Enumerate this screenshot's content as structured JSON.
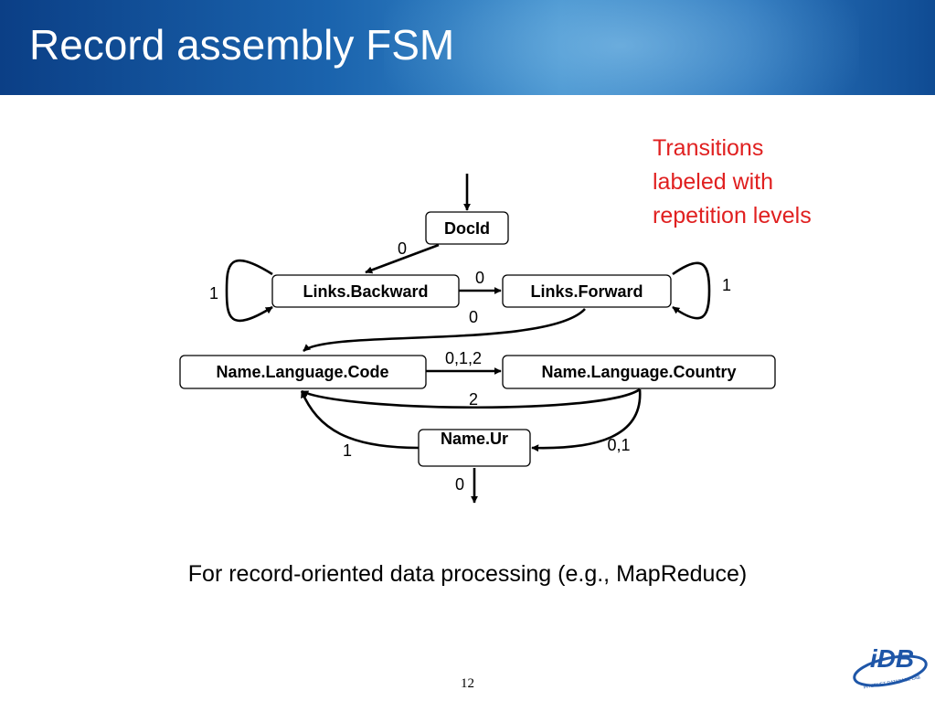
{
  "slide": {
    "title": "Record assembly FSM",
    "note_lines": [
      "Transitions",
      "labeled with",
      "repetition levels"
    ],
    "caption": "For record-oriented data processing (e.g., MapReduce)",
    "page_number": "12",
    "logo_text": "iDB",
    "logo_subtext": "INTERNET DATABASE LAB"
  },
  "colors": {
    "banner": "#1a63ad",
    "note": "#e02020",
    "logo": "#1e56a8"
  },
  "fsm": {
    "states": {
      "docid": "DocId",
      "links_backward": "Links.Backward",
      "links_forward": "Links.Forward",
      "name_language_code": "Name.Language.Code",
      "name_language_country": "Name.Language.Country",
      "name_url": "Name.Ur"
    },
    "edge_labels": {
      "docid_to_backward": "0",
      "backward_self": "1",
      "backward_to_forward": "0",
      "forward_self": "1",
      "forward_to_code": "0",
      "code_to_country": "0,1,2",
      "country_to_code": "2",
      "url_to_code": "1",
      "country_to_url": "0,1",
      "url_exit": "0"
    }
  }
}
